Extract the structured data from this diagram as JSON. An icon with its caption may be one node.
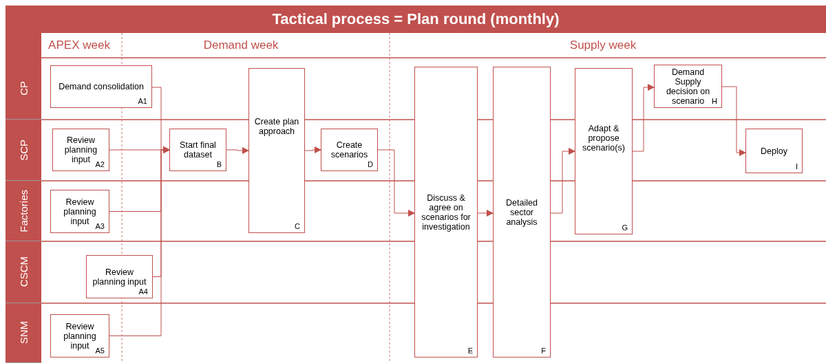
{
  "diagram": {
    "title": "Tactical process = Plan round (monthly)",
    "nodes": [
      {
        "text": [
          "CP"
        ]
      },
      {
        "text": [
          "SCP"
        ]
      },
      {
        "text": [
          "Factories"
        ]
      },
      {
        "text": [
          "CSCM"
        ]
      },
      {
        "text": [
          "SNM"
        ]
      },
      {
        "text": [
          "Demand consolidation",
          "A1"
        ]
      },
      {
        "text": [
          "Review planning input",
          "A2"
        ]
      },
      {
        "text": [
          "Review planning input",
          "A3"
        ]
      },
      {
        "text": [
          "Review planning input",
          "A4"
        ]
      },
      {
        "text": [
          "Review planning input",
          "A5"
        ]
      },
      {
        "text": [
          "Start final dataset",
          "B"
        ]
      },
      {
        "text": [
          "Create plan approach",
          "C"
        ]
      },
      {
        "text": [
          "Create scenarios",
          "D"
        ]
      },
      {
        "text": [
          "Discuss & agree on scenarios for investigation",
          "E"
        ]
      },
      {
        "text": [
          "Detailed sector analysis",
          "F"
        ]
      },
      {
        "text": [
          "Adapt & propose scenario(s)",
          "G"
        ]
      },
      {
        "text": [
          "Demand Supply decision on scenario",
          "H"
        ]
      },
      {
        "text": [
          "Deploy",
          "I"
        ]
      }
    ],
    "edges": [
      {
        "from": 5,
        "to": 10,
        "arrow": "to"
      },
      {
        "from": 6,
        "to": 10,
        "arrow": "to"
      },
      {
        "from": 7,
        "to": 10,
        "arrow": "to"
      },
      {
        "from": 8,
        "to": 10,
        "arrow": "to"
      },
      {
        "from": 9,
        "to": 10,
        "arrow": "to"
      },
      {
        "from": 10,
        "to": 11,
        "arrow": "to"
      },
      {
        "from": 11,
        "to": 12,
        "arrow": "to"
      },
      {
        "from": 12,
        "to": 13,
        "arrow": "to"
      },
      {
        "from": 13,
        "to": 14,
        "arrow": "to"
      },
      {
        "from": 14,
        "to": 15,
        "arrow": "to"
      },
      {
        "from": 15,
        "to": 16,
        "arrow": "to"
      },
      {
        "from": 16,
        "to": 17,
        "arrow": "to"
      }
    ],
    "labels": [
      "APEX week",
      "Demand week",
      "Supply week"
    ]
  }
}
